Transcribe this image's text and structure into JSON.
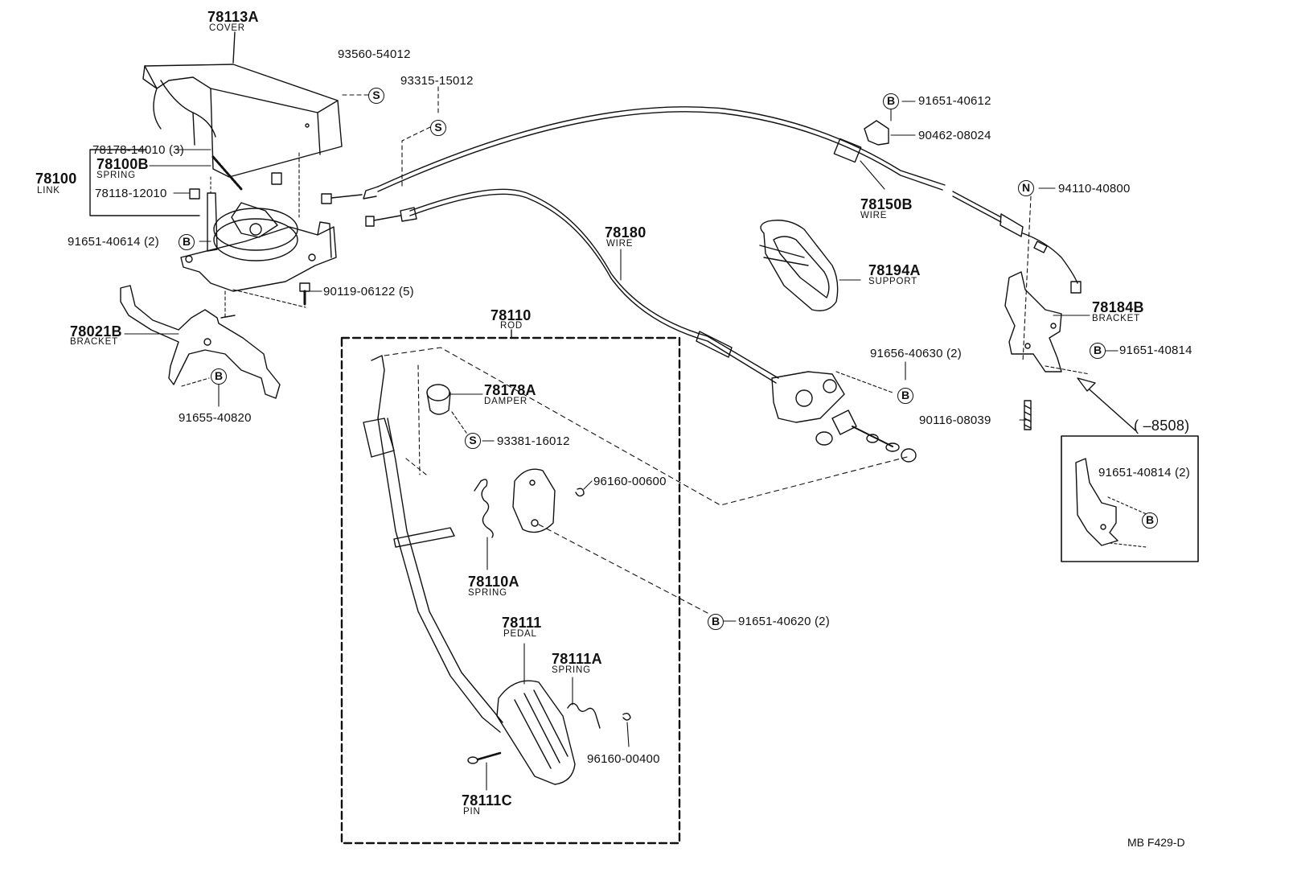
{
  "labels": {
    "p78113A": "78113A",
    "cover": "COVER",
    "p93560": "93560-54012",
    "p93315": "93315-15012",
    "p78178_14010": "78178-14010 (3)",
    "p78100": "78100",
    "link": "LINK",
    "p78100B": "78100B",
    "spring1": "SPRING",
    "p78118": "78118-12010",
    "p91651_40614": "91651-40614 (2)",
    "p90119": "90119-06122 (5)",
    "p78021B": "78021B",
    "bracket1": "BRACKET",
    "p91655": "91655-40820",
    "p91651_40612": "91651-40612",
    "p90462": "90462-08024",
    "p78150B": "78150B",
    "wire1": "WIRE",
    "p94110": "94110-40800",
    "p78180": "78180",
    "wire2": "WIRE",
    "p78194A": "78194A",
    "support": "SUPPORT",
    "p78184B": "78184B",
    "bracket2": "BRACKET",
    "p91651_40814": "91651-40814",
    "p91656": "91656-40630 (2)",
    "p90116": "90116-08039",
    "p8508": "(      –8508)",
    "p91651_40814_2": "91651-40814 (2)",
    "p78110": "78110",
    "rod": "ROD",
    "p78178A": "78178A",
    "damper": "DAMPER",
    "p93381": "93381-16012",
    "p96160_00600": "96160-00600",
    "p78110A": "78110A",
    "spring2": "SPRING",
    "p91651_40620": "91651-40620 (2)",
    "p78111": "78111",
    "pedal": "PEDAL",
    "p78111A": "78111A",
    "spring3": "SPRING",
    "p96160_00400": "96160-00400",
    "p78111C": "78111C",
    "pin": "PIN",
    "code": "MB  F429-D"
  },
  "badges": {
    "S": "S",
    "B": "B",
    "N": "N"
  }
}
